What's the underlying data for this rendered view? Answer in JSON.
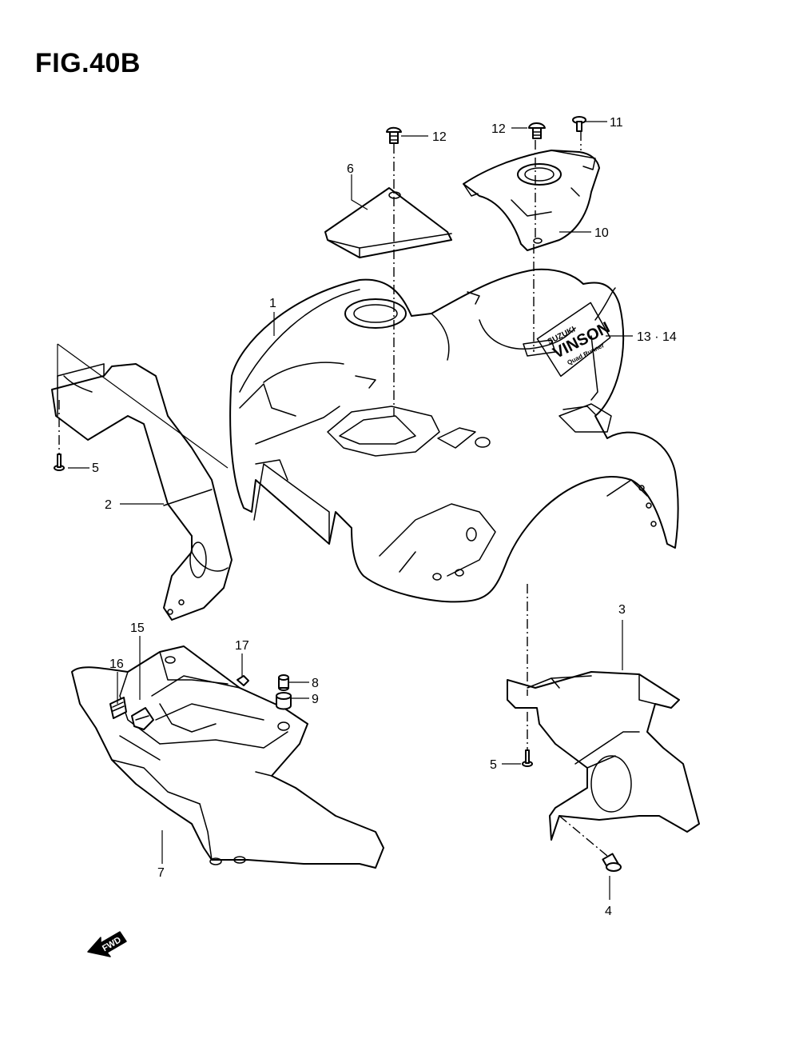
{
  "figure": {
    "title": "FIG.40B"
  },
  "callouts": {
    "c1": "1",
    "c2": "2",
    "c3": "3",
    "c4": "4",
    "c5a": "5",
    "c5b": "5",
    "c6": "6",
    "c7": "7",
    "c8": "8",
    "c9": "9",
    "c10": "10",
    "c11": "11",
    "c12a": "12",
    "c12b": "12",
    "c13_14": "13 · 14",
    "c15": "15",
    "c16": "16",
    "c17": "17"
  },
  "decal": {
    "brand": "SUZUKI",
    "model": "VINSON",
    "sub": "Quad Runner"
  },
  "fwd_marker": {
    "label": "FWD"
  }
}
